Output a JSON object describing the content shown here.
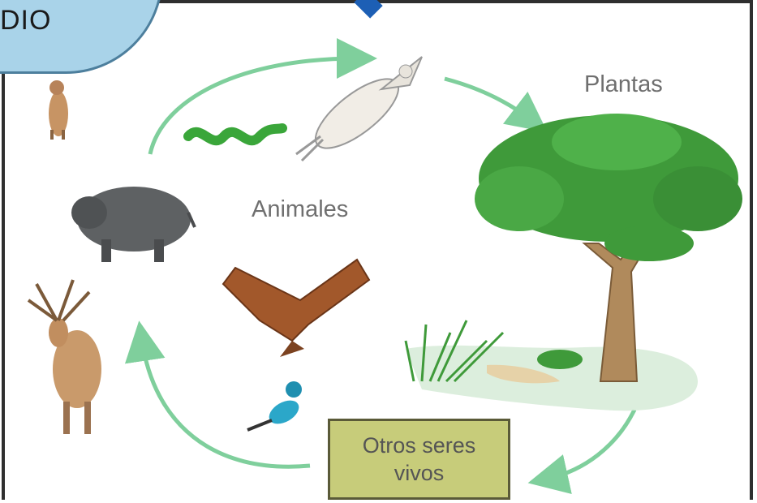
{
  "header": {
    "corner_label": "DIO"
  },
  "diagram": {
    "nodes": {
      "plants": "Plantas",
      "animals": "Animales",
      "others_line1": "Otros seres",
      "others_line2": "vivos"
    },
    "colors": {
      "arrow": "#7fcf9c",
      "tab_fill": "#a9d3e9",
      "box_fill": "#c7cc7a",
      "tree_green": "#3f9a3a",
      "trunk": "#b08a5c"
    }
  }
}
